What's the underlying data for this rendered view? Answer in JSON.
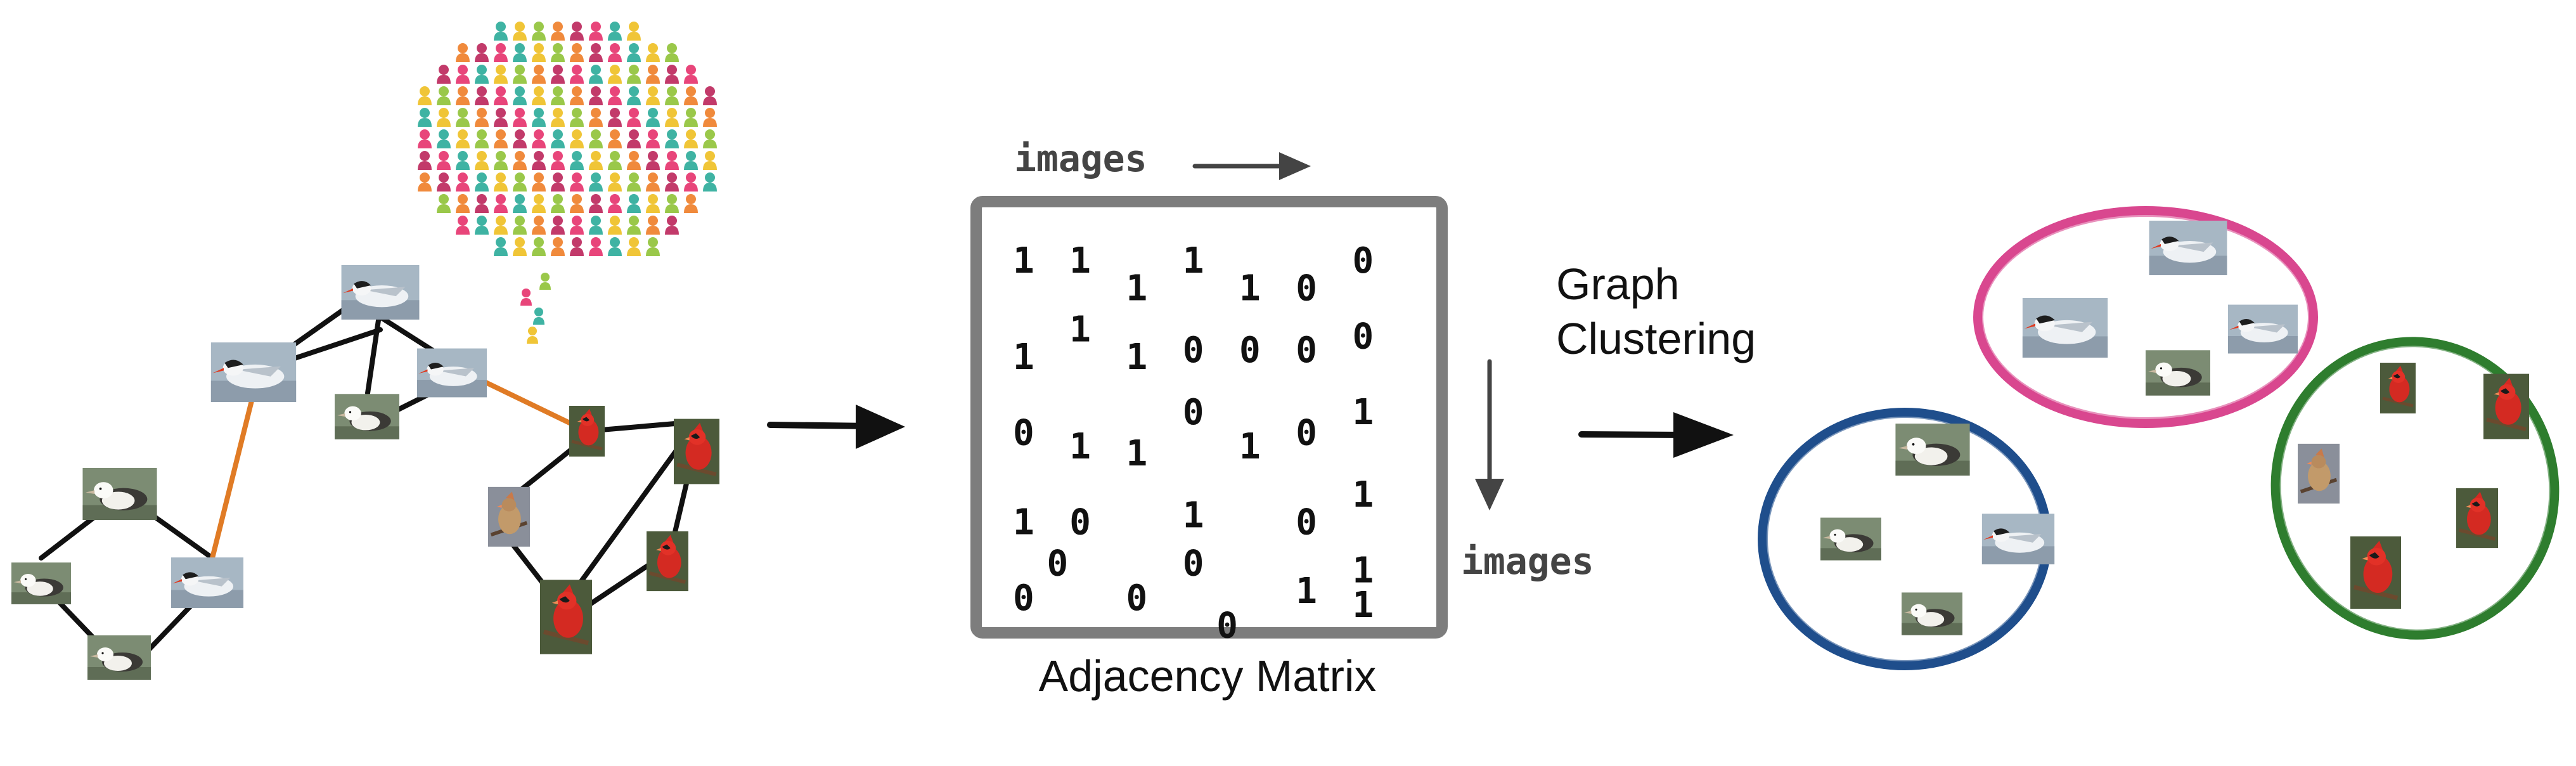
{
  "labels": {
    "top_axis": "images",
    "side_axis": "images",
    "matrix_caption": "Adjacency Matrix",
    "clustering_line1": "Graph",
    "clustering_line2": "Clustering"
  },
  "matrix": {
    "entries": [
      {
        "v": "1",
        "c": 0,
        "r": 0
      },
      {
        "v": "1",
        "c": 1,
        "r": 0
      },
      {
        "v": "1",
        "c": 2,
        "r": 0.4
      },
      {
        "v": "1",
        "c": 3,
        "r": 0
      },
      {
        "v": "1",
        "c": 4,
        "r": 0.4
      },
      {
        "v": "0",
        "c": 5,
        "r": 0.4
      },
      {
        "v": "0",
        "c": 6,
        "r": 0
      },
      {
        "v": "1",
        "c": 0,
        "r": 1.4
      },
      {
        "v": "1",
        "c": 1,
        "r": 1
      },
      {
        "v": "1",
        "c": 2,
        "r": 1.4
      },
      {
        "v": "0",
        "c": 3,
        "r": 1.3
      },
      {
        "v": "0",
        "c": 4,
        "r": 1.3
      },
      {
        "v": "0",
        "c": 5,
        "r": 1.3
      },
      {
        "v": "0",
        "c": 6,
        "r": 1.1
      },
      {
        "v": "0",
        "c": 0,
        "r": 2.5
      },
      {
        "v": "1",
        "c": 1,
        "r": 2.7
      },
      {
        "v": "1",
        "c": 2,
        "r": 2.8
      },
      {
        "v": "0",
        "c": 3,
        "r": 2.2
      },
      {
        "v": "1",
        "c": 4,
        "r": 2.7
      },
      {
        "v": "0",
        "c": 5,
        "r": 2.5
      },
      {
        "v": "1",
        "c": 6,
        "r": 2.2
      },
      {
        "v": "1",
        "c": 0,
        "r": 3.8
      },
      {
        "v": "0",
        "c": 1,
        "r": 3.8
      },
      {
        "v": "1",
        "c": 3,
        "r": 3.7
      },
      {
        "v": "0",
        "c": 5,
        "r": 3.8
      },
      {
        "v": "1",
        "c": 6,
        "r": 3.4
      },
      {
        "v": "0",
        "c": 0.6,
        "r": 4.4
      },
      {
        "v": "0",
        "c": 0,
        "r": 4.9
      },
      {
        "v": "0",
        "c": 2,
        "r": 4.9
      },
      {
        "v": "0",
        "c": 3,
        "r": 4.4
      },
      {
        "v": "1",
        "c": 5,
        "r": 4.8
      },
      {
        "v": "1",
        "c": 6,
        "r": 4.5
      },
      {
        "v": "1",
        "c": 6,
        "r": 5
      },
      {
        "v": "0",
        "c": 3.6,
        "r": 5.3
      }
    ]
  },
  "colors": {
    "ink": "#111111",
    "matrix_border": "#7d7d7d",
    "orange_edge": "#e07b25",
    "pink_cluster": "#d9478f",
    "blue_cluster": "#1f4e8c",
    "green_cluster": "#2e7d2e",
    "crowd": [
      "#e8457a",
      "#3fb3a3",
      "#f0c537",
      "#9ac84a",
      "#f08a3c",
      "#c23a6a"
    ]
  },
  "icons": {
    "crowd": "speech-bubble-crowd-icon",
    "tern": "tern-photo",
    "albatross": "albatross-photo",
    "cardinal": "cardinal-photo"
  }
}
